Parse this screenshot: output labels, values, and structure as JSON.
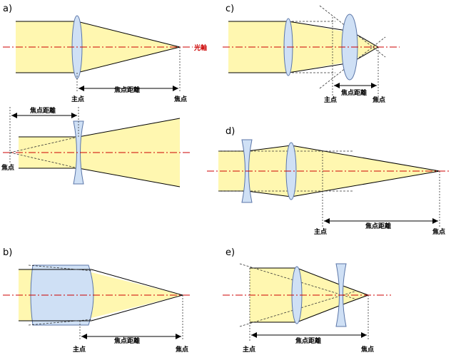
{
  "colors": {
    "beam_fill": "#fff7b0",
    "lens_fill": "#cfe0f5",
    "lens_stroke": "#5b76a8",
    "axis": "#cc0000",
    "line": "#000000",
    "dashed": "#333333"
  },
  "labels": {
    "principal_point": "主点",
    "focal_point": "焦点",
    "focal_length": "焦点距離",
    "optical_axis": "光軸"
  },
  "panels": {
    "a": "a)",
    "b": "b)",
    "c": "c)",
    "d": "d)",
    "e": "e)"
  }
}
